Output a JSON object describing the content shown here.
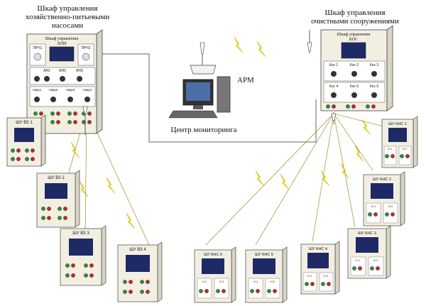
{
  "hvp_cabinet": {
    "title_line1": "Шкаф управления",
    "title_line2": "хозяйственно-питьевыми",
    "title_line3": "насосами",
    "panel_title_line1": "Шкаф управления",
    "panel_title_line2": "ХПН",
    "top_modules": [
      "ПРЧ1",
      "ПРЧ2"
    ],
    "mid_modules": [
      "АН1",
      "АН2",
      "АН3"
    ],
    "bottom_modules": [
      "Авар1",
      "Авар2",
      "Авар3",
      "Авар4"
    ]
  },
  "kos_cabinet": {
    "title_line1": "Шкаф управления",
    "title_line2": "очистными сооружениями",
    "panel_title_line1": "Шкаф управления",
    "panel_title_line2": "КОС",
    "modules_row1": [
      "Кнс 1",
      "Кнс 2",
      "Кнс 3"
    ],
    "modules_row2": [
      "Кнс 4",
      "Кнс 5",
      "Кнс 6"
    ]
  },
  "monitoring": {
    "arm_label": "АРМ",
    "center_label": "Центр мониторинга"
  },
  "vz_units": [
    "ШУ ВЗ 1",
    "ШУ ВЗ 2",
    "ШУ ВЗ 3",
    "ШУ ВЗ 4"
  ],
  "kns_units": [
    "ШУ КНС 1",
    "ШУ КНС 2",
    "ШУ КНС 3",
    "ШУ КНС 4",
    "ШУ КНС 5",
    "ШУ КНС 6"
  ],
  "module_labels": [
    "Н 1",
    "Н 2"
  ],
  "colors": {
    "cabinet": "#f2efe2",
    "screen": "#1e2a66",
    "lightning": "#f0e21a",
    "green": "#2f8f3a",
    "red": "#c8281e"
  }
}
